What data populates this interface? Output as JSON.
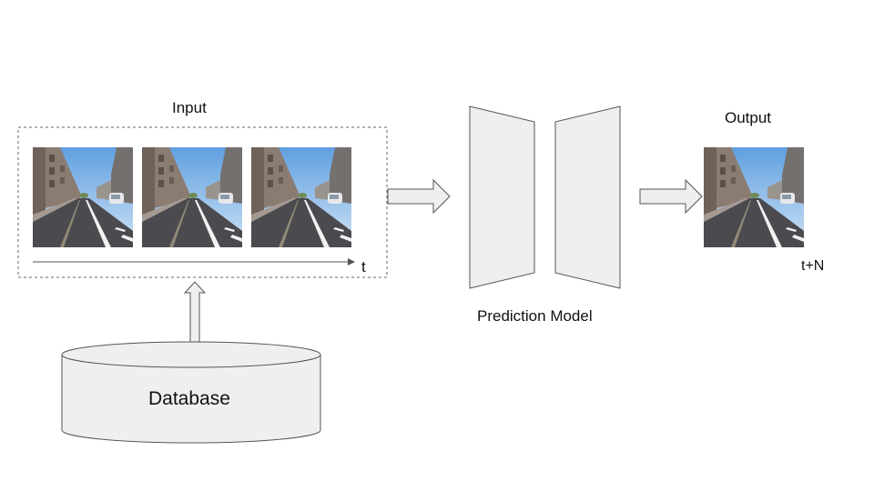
{
  "labels": {
    "input": "Input",
    "output": "Output",
    "time_axis": "t",
    "time_future": "t+N",
    "model": "Prediction Model",
    "database": "Database"
  },
  "colors": {
    "shape_fill": "#efefef",
    "shape_stroke": "#555555",
    "dashed_stroke": "#666666",
    "sky": "#7fb3e6",
    "road": "#4a4a4f",
    "building": "#8a7a70",
    "lane_marking": "#f2f2f2"
  },
  "frames": {
    "input_count": 3,
    "output_count": 1,
    "content": "street-scene"
  }
}
